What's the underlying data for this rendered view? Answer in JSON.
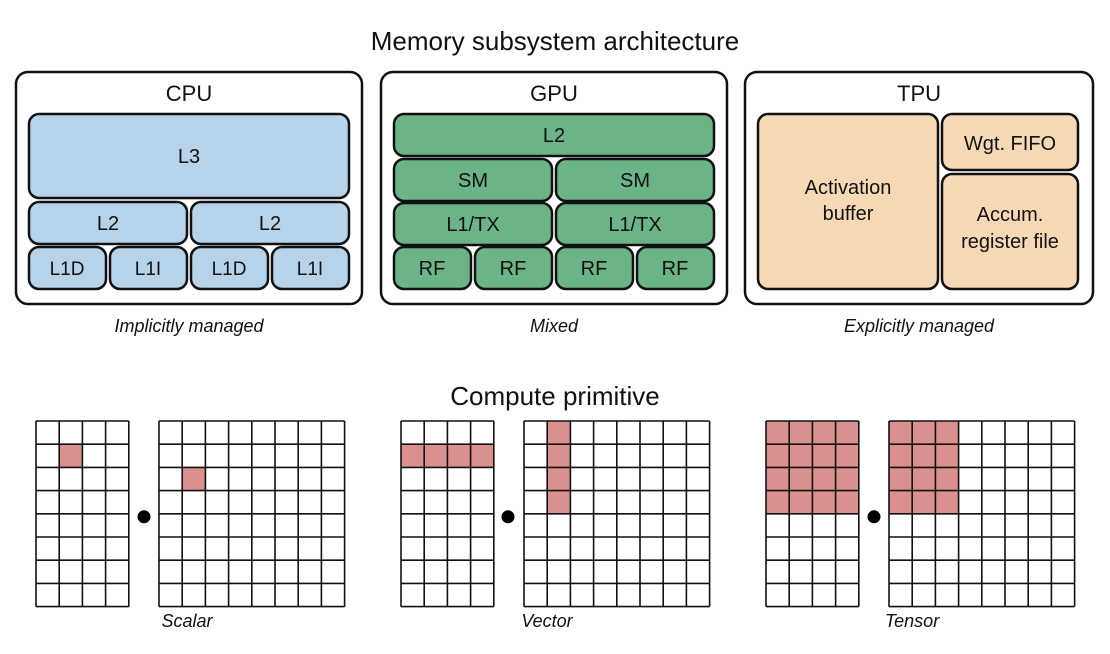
{
  "memory": {
    "title": "Memory subsystem architecture",
    "cpu": {
      "header": "CPU",
      "l3": "L3",
      "l2": [
        "L2",
        "L2"
      ],
      "l1": [
        "L1D",
        "L1I",
        "L1D",
        "L1I"
      ],
      "caption": "Implicitly managed",
      "color": "#b7d3ea"
    },
    "gpu": {
      "header": "GPU",
      "l2": "L2",
      "sm": [
        "SM",
        "SM"
      ],
      "l1tx": [
        "L1/TX",
        "L1/TX"
      ],
      "rf": [
        "RF",
        "RF",
        "RF",
        "RF"
      ],
      "caption": "Mixed",
      "color": "#6db388"
    },
    "tpu": {
      "header": "TPU",
      "activation": [
        "Activation",
        "buffer"
      ],
      "wgt_fifo": "Wgt. FIFO",
      "accum": [
        "Accum.",
        "register file"
      ],
      "caption": "Explicitly managed",
      "color": "#f8d9b6"
    }
  },
  "compute": {
    "title": "Compute primitive",
    "highlight_color": "#d9908f",
    "operator_symbol": "•",
    "panels": [
      {
        "caption": "Scalar",
        "left": {
          "rows": 8,
          "cols": 4,
          "highlight": [
            [
              1,
              1
            ]
          ]
        },
        "right": {
          "rows": 8,
          "cols": 8,
          "highlight": [
            [
              2,
              1
            ]
          ]
        }
      },
      {
        "caption": "Vector",
        "left": {
          "rows": 8,
          "cols": 4,
          "highlight": [
            [
              1,
              0
            ],
            [
              1,
              1
            ],
            [
              1,
              2
            ],
            [
              1,
              3
            ]
          ]
        },
        "right": {
          "rows": 8,
          "cols": 8,
          "highlight": [
            [
              0,
              1
            ],
            [
              1,
              1
            ],
            [
              2,
              1
            ],
            [
              3,
              1
            ]
          ]
        }
      },
      {
        "caption": "Tensor",
        "left": {
          "rows": 8,
          "cols": 4,
          "highlight": [
            [
              0,
              0
            ],
            [
              0,
              1
            ],
            [
              0,
              2
            ],
            [
              0,
              3
            ],
            [
              1,
              0
            ],
            [
              1,
              1
            ],
            [
              1,
              2
            ],
            [
              1,
              3
            ],
            [
              2,
              0
            ],
            [
              2,
              1
            ],
            [
              2,
              2
            ],
            [
              2,
              3
            ],
            [
              3,
              0
            ],
            [
              3,
              1
            ],
            [
              3,
              2
            ],
            [
              3,
              3
            ]
          ]
        },
        "right": {
          "rows": 8,
          "cols": 8,
          "highlight": [
            [
              0,
              0
            ],
            [
              0,
              1
            ],
            [
              0,
              2
            ],
            [
              1,
              0
            ],
            [
              1,
              1
            ],
            [
              1,
              2
            ],
            [
              2,
              0
            ],
            [
              2,
              1
            ],
            [
              2,
              2
            ],
            [
              3,
              0
            ],
            [
              3,
              1
            ],
            [
              3,
              2
            ]
          ]
        }
      }
    ]
  }
}
